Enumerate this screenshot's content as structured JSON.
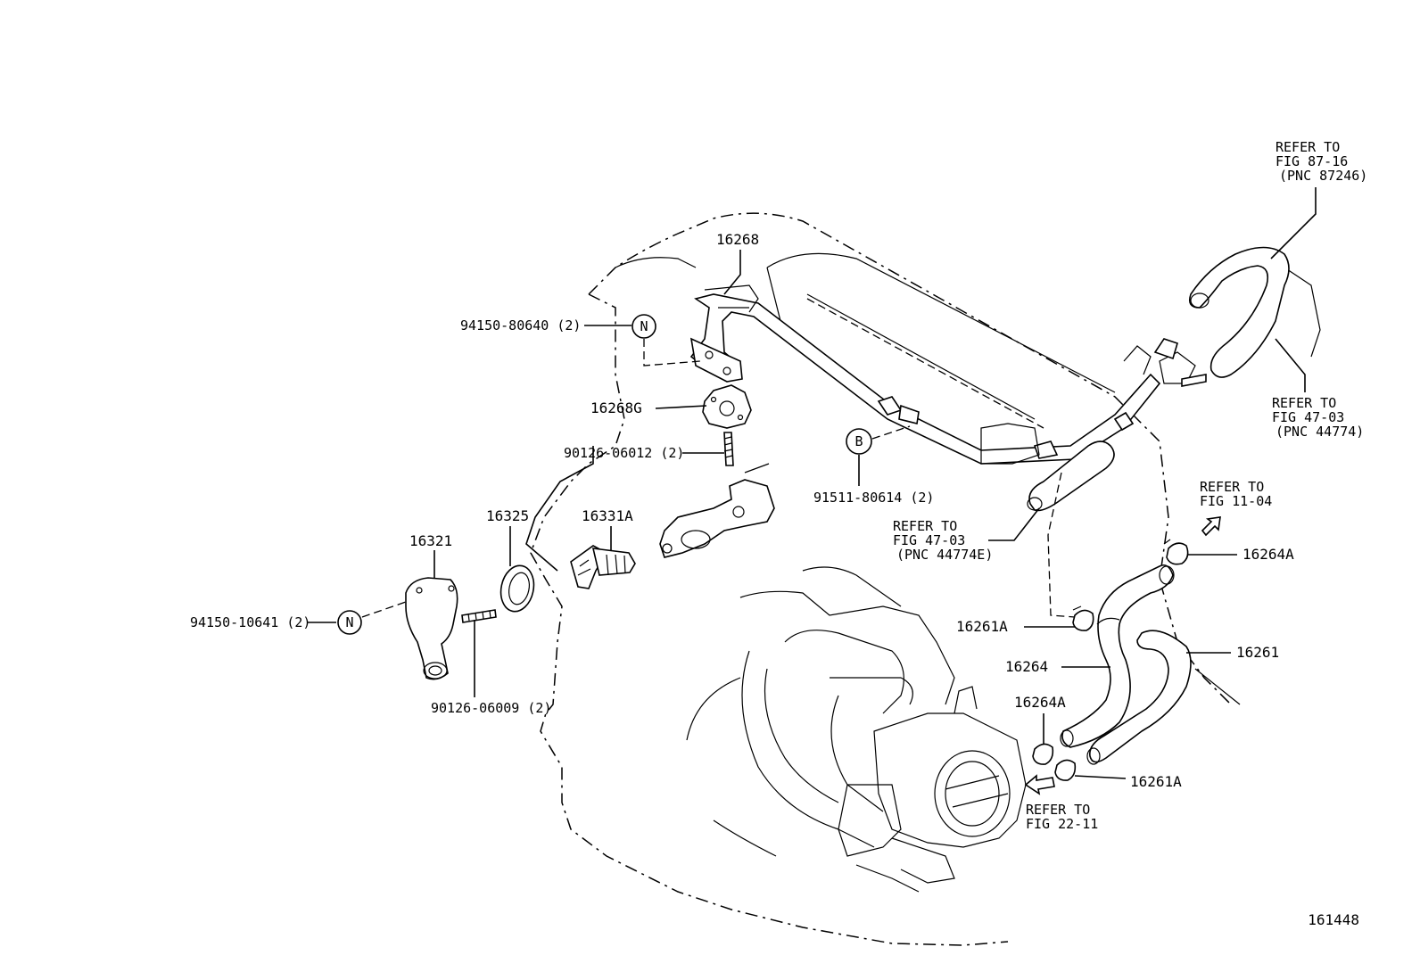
{
  "figure_id": "161448",
  "markers": {
    "n": "N",
    "b": "B"
  },
  "parts": {
    "p16268": "16268",
    "p94150_80640": "94150-80640 (2)",
    "p16268G": "16268G",
    "p90126_06012": "90126-06012 (2)",
    "p91511_80614": "91511-80614 (2)",
    "p16325": "16325",
    "p16331A": "16331A",
    "p16321": "16321",
    "p94150_10641": "94150-10641 (2)",
    "p90126_06009": "90126-06009 (2)",
    "p16264A_top": "16264A",
    "p16261A_left": "16261A",
    "p16261": "16261",
    "p16264": "16264",
    "p16264A_bottom": "16264A",
    "p16261A_bottom": "16261A"
  },
  "references": {
    "ref_87_16": [
      "REFER TO",
      "FIG 87-16",
      "(PNC 87246)"
    ],
    "ref_47_03_right": [
      "REFER TO",
      "FIG 47-03",
      "(PNC 44774)"
    ],
    "ref_47_03_mid": [
      "REFER TO",
      "FIG 47-03",
      "(PNC 44774E)"
    ],
    "ref_11_04": [
      "REFER TO",
      "FIG 11-04"
    ],
    "ref_22_11": [
      "REFER TO",
      "FIG 22-11"
    ]
  }
}
